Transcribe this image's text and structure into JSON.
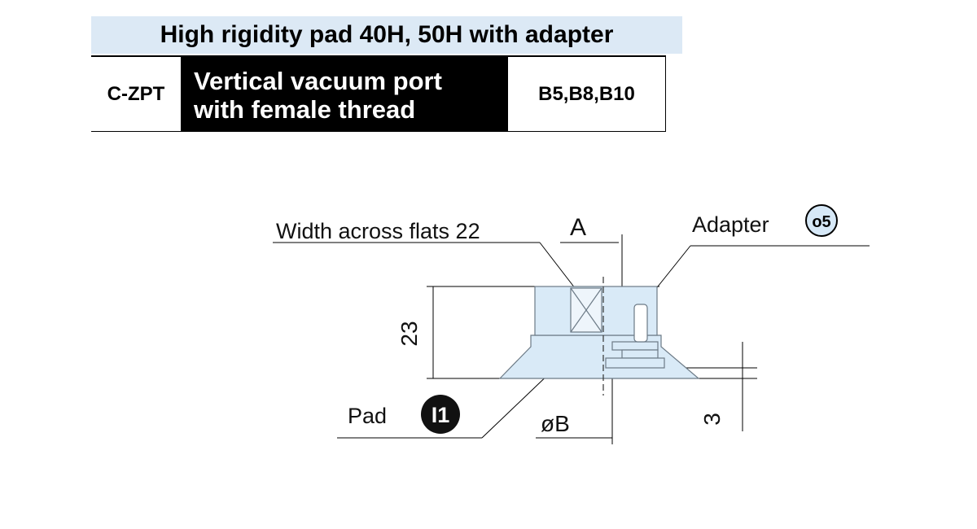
{
  "header": {
    "title": "High rigidity pad 40H, 50H with adapter"
  },
  "spec_row": {
    "code": "C-ZPT",
    "description_line1": "Vertical vacuum port",
    "description_line2": "with female thread",
    "options": "B5,B8,B10"
  },
  "diagram": {
    "width_across_flats_label": "Width across flats 22",
    "dim_a_label": "A",
    "adapter_label": "Adapter",
    "adapter_badge": "o5",
    "dim_23_label": "23",
    "pad_label": "Pad",
    "pad_badge": "I1",
    "dim_b_label": "øB",
    "dim_3_label": "3"
  },
  "colors": {
    "part_fill": "#d9eaf7",
    "header_bg": "#dce9f5",
    "badge_dark": "#111111",
    "badge_light": "#d6e8f7"
  }
}
